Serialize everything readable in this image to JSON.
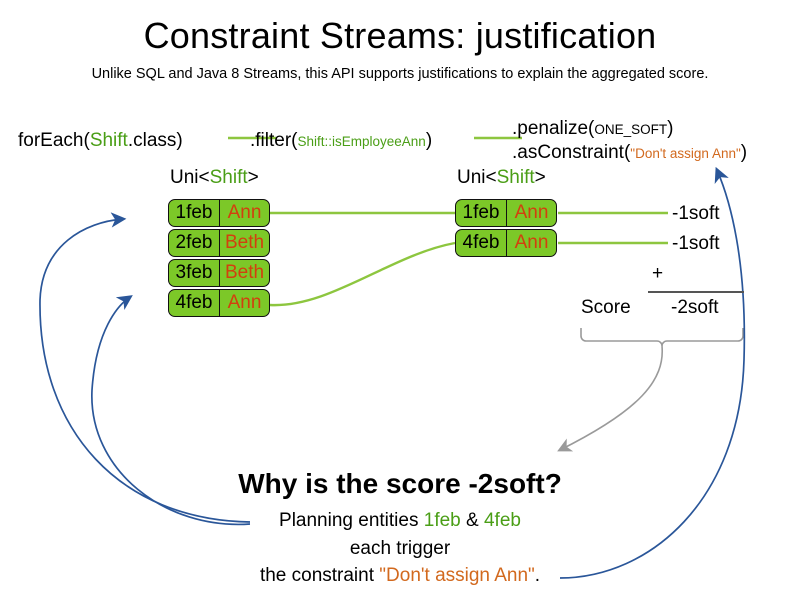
{
  "page": {
    "title": "Constraint Streams: justification",
    "subtitle": "Unlike SQL and Java 8 Streams, this API supports justifications to explain the aggregated score."
  },
  "colors": {
    "green_text": "#4a9e16",
    "green_fill": "#7cc828",
    "orange_text": "#d2691e",
    "orange_name": "#d2400e",
    "blue_arrow": "#2a5699",
    "gray_brace": "#9a9a9a",
    "green_line": "#8dc63f"
  },
  "code": {
    "for_each": {
      "call": "forEach(",
      "type": "Shift",
      "tail": ".class)"
    },
    "filter": {
      "call": ".filter(",
      "arg": "Shift::isEmployeeAnn",
      "tail": ")"
    },
    "penalize": {
      "call": ".penalize(",
      "arg": "ONE_SOFT",
      "tail": ")"
    },
    "as_constraint": {
      "call": ".asConstraint(",
      "arg": "\"Don't assign Ann\"",
      "tail": ")"
    }
  },
  "streams": {
    "left": {
      "label_prefix": "Uni<",
      "label_type": "Shift",
      "label_suffix": ">",
      "rows": [
        {
          "date": "1feb",
          "name": "Ann"
        },
        {
          "date": "2feb",
          "name": "Beth"
        },
        {
          "date": "3feb",
          "name": "Beth"
        },
        {
          "date": "4feb",
          "name": "Ann"
        }
      ]
    },
    "right": {
      "label_prefix": "Uni<",
      "label_type": "Shift",
      "label_suffix": ">",
      "rows": [
        {
          "date": "1feb",
          "name": "Ann"
        },
        {
          "date": "4feb",
          "name": "Ann"
        }
      ]
    }
  },
  "score": {
    "impacts": [
      "-1soft",
      "-1soft"
    ],
    "operator": "+",
    "label": "Score",
    "total": "-2soft"
  },
  "explanation": {
    "heading": "Why is the score -2soft?",
    "line1_prefix": "Planning entities ",
    "line1_entity_a": "1feb",
    "line1_amp": " & ",
    "line1_entity_b": "4feb",
    "line2": "each trigger",
    "line3_prefix": "the constraint ",
    "line3_constraint": "\"Don't assign Ann\"",
    "line3_suffix": "."
  }
}
